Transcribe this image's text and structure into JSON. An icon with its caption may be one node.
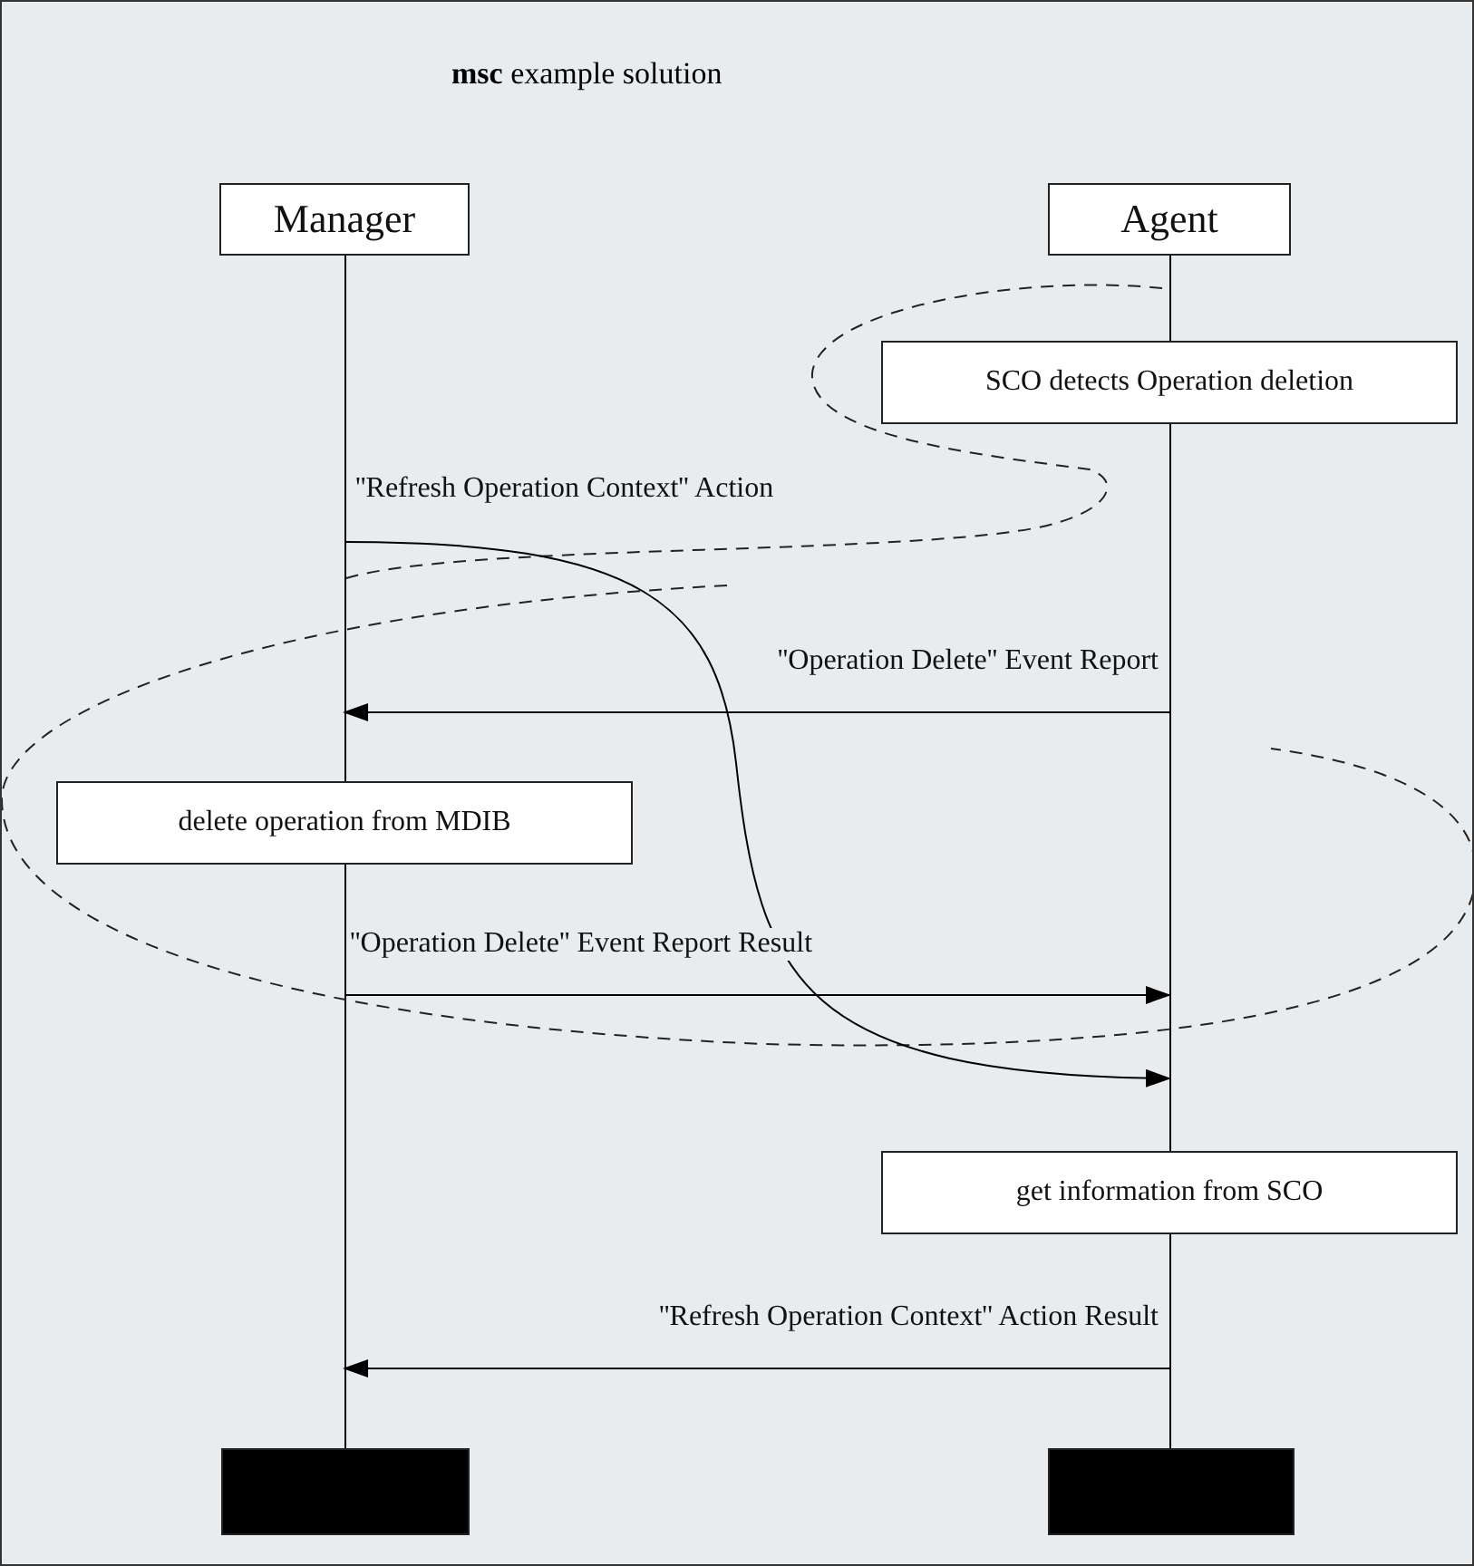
{
  "diagram": {
    "title": "**msc** example solution",
    "nodes": [
      {
        "text": [
          "Manager"
        ]
      },
      {
        "text": [
          "Agent"
        ]
      },
      {
        "text": [],
        "shape": "line"
      },
      {
        "text": [],
        "shape": "line"
      },
      {
        "text": [
          "SCO detects Operation deletion"
        ]
      },
      {
        "text": [],
        "shape": "line"
      },
      {
        "text": [
          "delete operation from MDIB"
        ]
      },
      {
        "text": [],
        "shape": "line"
      },
      {
        "text": [
          "get information from SCO"
        ]
      },
      {
        "text": [],
        "shape": "line"
      },
      {
        "text": [],
        "shape": "bar"
      },
      {
        "text": [],
        "shape": "bar"
      }
    ],
    "edges": [
      {
        "from": 2,
        "to": 5,
        "arrow": "to",
        "label": "''Refresh Operation Context'' Action"
      },
      {
        "from": 5,
        "to": 2,
        "arrow": "to",
        "label": "''Operation Delete'' Event Report"
      },
      {
        "from": 7,
        "to": 5,
        "arrow": "to",
        "label": "''Operation Delete'' Event Report Result"
      },
      {
        "from": 9,
        "to": 7,
        "arrow": "to",
        "label": "''Refresh Operation Context'' Action Result"
      }
    ]
  }
}
